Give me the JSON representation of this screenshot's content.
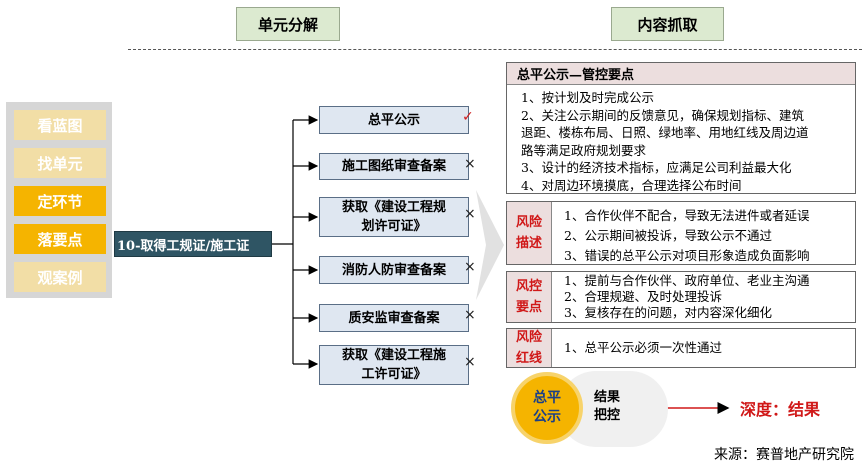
{
  "headers": {
    "left": "单元分解",
    "right": "内容抓取"
  },
  "steps": [
    {
      "label": "看蓝图",
      "active": false
    },
    {
      "label": "找单元",
      "active": false
    },
    {
      "label": "定环节",
      "active": true
    },
    {
      "label": "落要点",
      "active": true
    },
    {
      "label": "观案例",
      "active": false
    }
  ],
  "main_node": "10-取得工规证/施工证",
  "tasks": [
    {
      "lines": [
        "总平公示"
      ],
      "mark": "✓"
    },
    {
      "lines": [
        "施工图纸审查备案"
      ],
      "mark": "×"
    },
    {
      "lines": [
        "获取《建设工程规",
        "划许可证》"
      ],
      "mark": "×"
    },
    {
      "lines": [
        "消防人防审查备案"
      ],
      "mark": "×"
    },
    {
      "lines": [
        "质安监审查备案"
      ],
      "mark": "×"
    },
    {
      "lines": [
        "获取《建设工程施",
        "工许可证》"
      ],
      "mark": "×"
    }
  ],
  "control": {
    "title": "总平公示—管控要点",
    "lines": [
      "1、按计划及时完成公示",
      "2、关注公示期间的反馈意见，确保规划指标、建筑",
      "退距、楼栋布局、日照、绿地率、用地红线及周边道",
      "路等满足政府规划要求",
      "3、设计的经济技术指标，应满足公司利益最大化",
      "4、对周边环境摸底，合理选择公布时间"
    ]
  },
  "risks": [
    {
      "label": [
        "风险",
        "描述"
      ],
      "lines": [
        "1、合作伙伴不配合，导致无法进件或者延误",
        "2、公示期间被投诉，导致公示不通过",
        "3、错误的总平公示对项目形象造成负面影响"
      ]
    },
    {
      "label": [
        "风控",
        "要点"
      ],
      "lines": [
        "1、提前与合作伙伴、政府单位、老业主沟通",
        "2、合理规避、及时处理投诉",
        "3、复核存在的问题，对内容深化细化"
      ]
    },
    {
      "label": [
        "风险",
        "红线"
      ],
      "lines": [
        "1、总平公示必须一次性通过"
      ]
    }
  ],
  "badge": {
    "label": [
      "总平",
      "公示"
    ],
    "text": [
      "结果",
      "把控"
    ]
  },
  "depth": "深度：结果",
  "source": "来源：赛普地产研究院"
}
